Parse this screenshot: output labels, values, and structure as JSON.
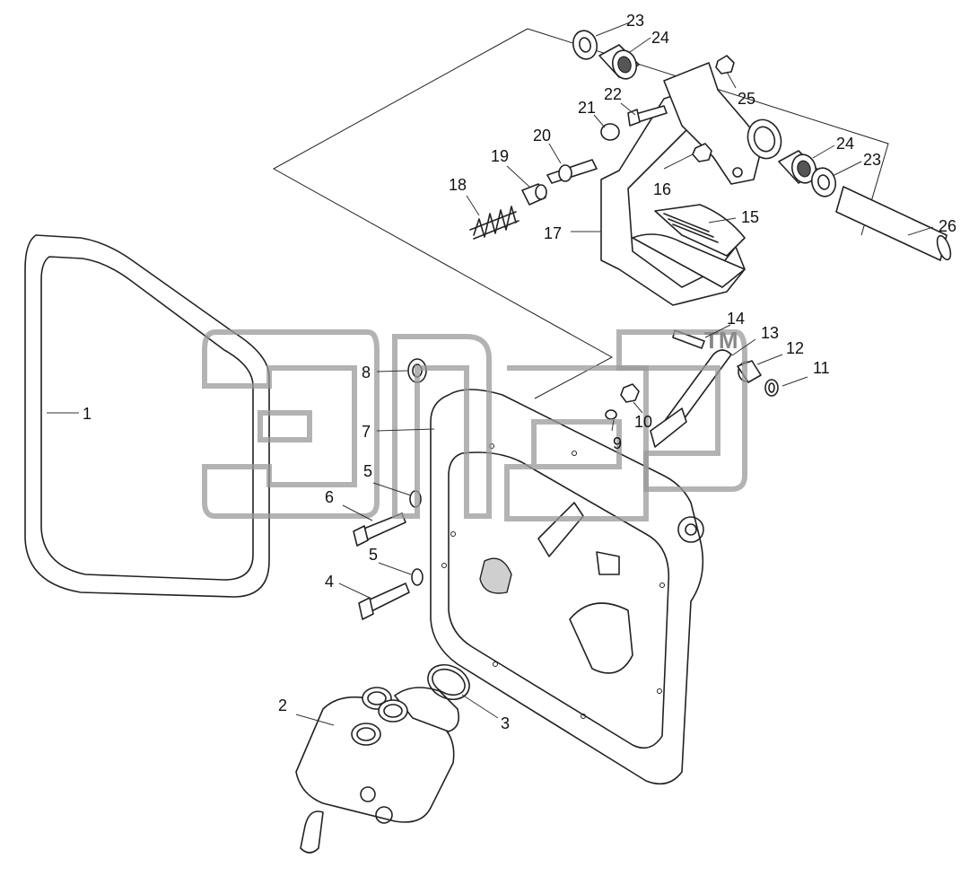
{
  "figure": {
    "type": "exploded parts diagram",
    "watermark_text": "TM",
    "callouts": [
      {
        "id": "c1",
        "label": "1"
      },
      {
        "id": "c2",
        "label": "2"
      },
      {
        "id": "c3",
        "label": "3"
      },
      {
        "id": "c4",
        "label": "4"
      },
      {
        "id": "c5a",
        "label": "5"
      },
      {
        "id": "c5b",
        "label": "5"
      },
      {
        "id": "c6",
        "label": "6"
      },
      {
        "id": "c7",
        "label": "7"
      },
      {
        "id": "c8",
        "label": "8"
      },
      {
        "id": "c9",
        "label": "9"
      },
      {
        "id": "c10",
        "label": "10"
      },
      {
        "id": "c11",
        "label": "11"
      },
      {
        "id": "c12",
        "label": "12"
      },
      {
        "id": "c13",
        "label": "13"
      },
      {
        "id": "c14",
        "label": "14"
      },
      {
        "id": "c15",
        "label": "15"
      },
      {
        "id": "c16",
        "label": "16"
      },
      {
        "id": "c17",
        "label": "17"
      },
      {
        "id": "c18",
        "label": "18"
      },
      {
        "id": "c19",
        "label": "19"
      },
      {
        "id": "c20",
        "label": "20"
      },
      {
        "id": "c21",
        "label": "21"
      },
      {
        "id": "c22",
        "label": "22"
      },
      {
        "id": "c23a",
        "label": "23"
      },
      {
        "id": "c23b",
        "label": "23"
      },
      {
        "id": "c24a",
        "label": "24"
      },
      {
        "id": "c24b",
        "label": "24"
      },
      {
        "id": "c25",
        "label": "25"
      },
      {
        "id": "c26",
        "label": "26"
      }
    ]
  }
}
